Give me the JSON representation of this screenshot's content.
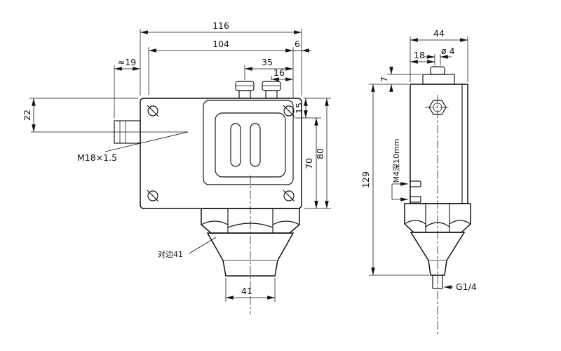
{
  "drawing": {
    "front": {
      "total_width": "116",
      "cover_width": "104",
      "edge_offset": "6",
      "screw_to_edge": "35",
      "screw_to_edge_inner": "16",
      "fitting_length": "≈19",
      "fitting_drop": "22",
      "side_thread": "M18×1.5",
      "top_to_window": "15",
      "window_height": "70",
      "body_height": "80",
      "wrench_flats": "对边41",
      "tip_width": "41"
    },
    "side": {
      "depth": "44",
      "front_depth": "18",
      "pin_diameter": "ø 4",
      "cap_height": "7",
      "total_height": "129",
      "mount_holes": "M4深10mm",
      "bottom_thread": "G1/4"
    }
  }
}
